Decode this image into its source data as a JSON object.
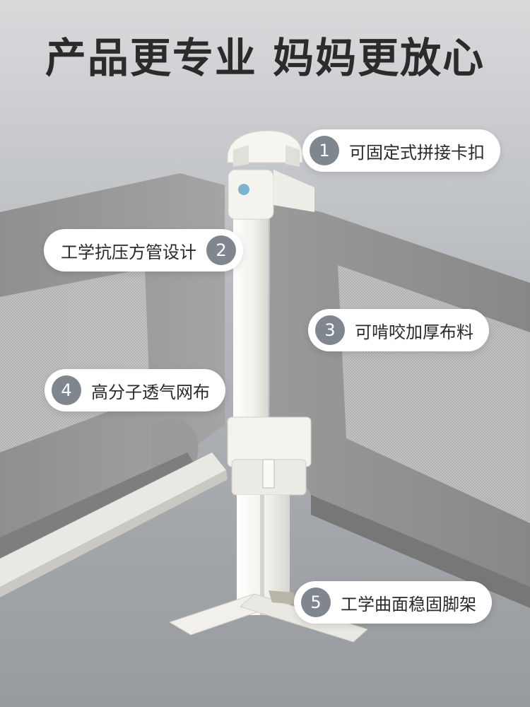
{
  "headline": "产品更专业 妈妈更放心",
  "colors": {
    "badge": "#7f868d",
    "fabric": "#8e8e8e",
    "frame": "#f2f1ec",
    "background_top": "#d9dadc",
    "background_bottom": "#979a9e"
  },
  "callouts": [
    {
      "number": "1",
      "label": "可固定式拼接卡扣"
    },
    {
      "number": "2",
      "label": "工学抗压方管设计"
    },
    {
      "number": "3",
      "label": "可啃咬加厚布料"
    },
    {
      "number": "4",
      "label": "高分子透气网布"
    },
    {
      "number": "5",
      "label": "工学曲面稳固脚架"
    }
  ]
}
